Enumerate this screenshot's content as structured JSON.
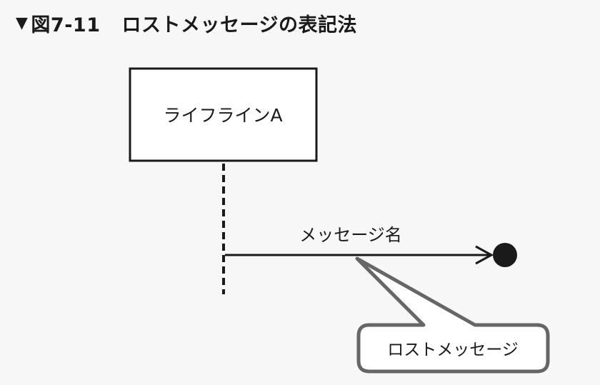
{
  "figure": {
    "marker": "▼",
    "number": "図7-11",
    "title": "ロストメッセージの表記法"
  },
  "diagram": {
    "lifeline_label": "ライフラインA",
    "message_label": "メッセージ名",
    "callout_label": "ロストメッセージ"
  },
  "colors": {
    "ink": "#1a1a1a",
    "callout_border": "#666666",
    "background": "#f7f7f7"
  }
}
